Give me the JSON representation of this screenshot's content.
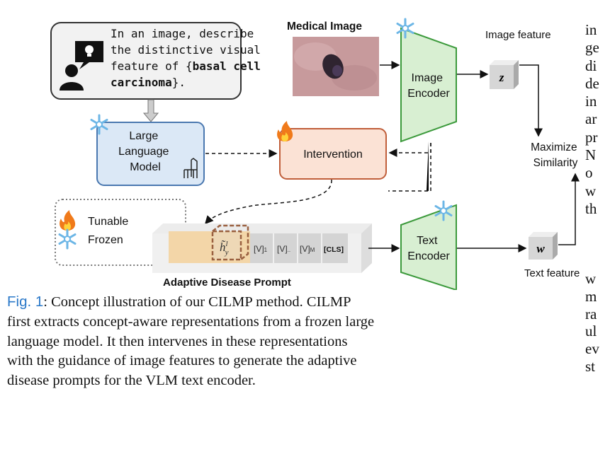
{
  "figure": {
    "prompt_box": {
      "lines": [
        "In an image, describe",
        "the distinctive visual",
        "feature of {",
        "basal cell",
        "carcinoma",
        "}."
      ]
    },
    "llm_label": [
      "Large",
      "Language",
      "Model"
    ],
    "medical_image_label": "Medical Image",
    "image_encoder_label": [
      "Image",
      "Encoder"
    ],
    "image_feature_label": "Image feature",
    "image_feature_symbol": "z",
    "intervention_label": "Intervention",
    "maximize_label": [
      "Maximize",
      "Similarity"
    ],
    "legend": {
      "tunable": "Tunable",
      "frozen": "Frozen"
    },
    "prompt_tokens": {
      "h": "h̃",
      "h_sup": "l",
      "h_sub": "y",
      "v1": "[V]",
      "v1_sub": "1",
      "v2": "[V]",
      "v2_sub": "..",
      "vm": "[V]",
      "vm_sub": "M",
      "cls": "[CLS]"
    },
    "prompt_label": "Adaptive Disease Prompt",
    "text_encoder_label": [
      "Text",
      "Encoder"
    ],
    "text_feature_label": "Text feature",
    "text_feature_symbol": "w",
    "colors": {
      "llm": "#dbe8f6",
      "intervention": "#fbe2d5",
      "encoder": "#d8efd2",
      "prompt": "#f3d6a8",
      "caption_label": "#2a78c8"
    }
  },
  "caption": {
    "label": "Fig. 1",
    "lines": [
      ": Concept illustration of our CILMP method. CILMP",
      "first extracts concept-aware representations from a frozen large",
      "language model. It then intervenes in these representations",
      "with the guidance of image features to generate the adaptive",
      "disease prompts for the VLM text encoder."
    ]
  },
  "right_column": {
    "block1": [
      "in",
      "ge",
      "di",
      "de",
      "in",
      "ar",
      "pr",
      "N",
      "o",
      "w",
      "th"
    ],
    "block2": [
      "w",
      "m",
      "ra",
      "ul",
      "ev",
      "st"
    ]
  }
}
